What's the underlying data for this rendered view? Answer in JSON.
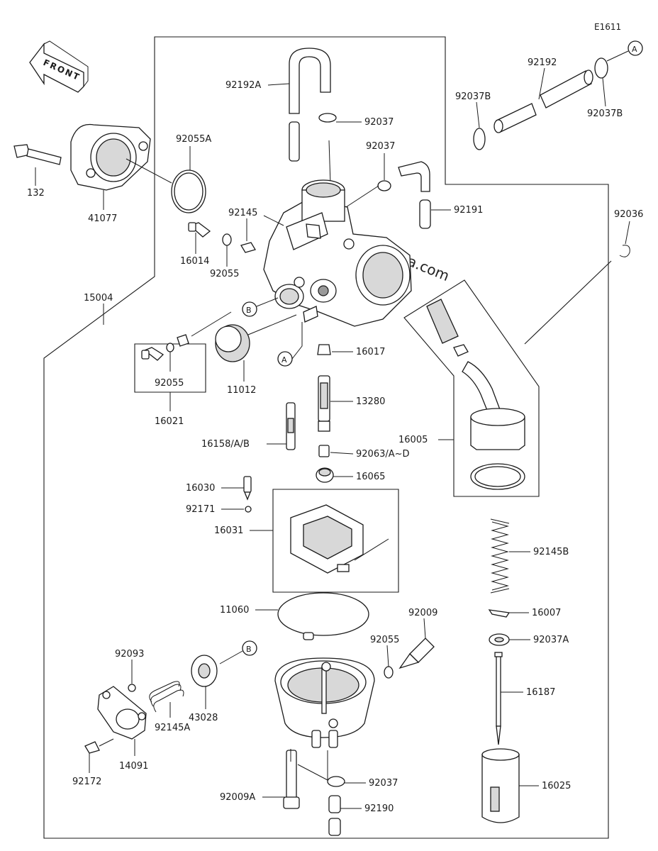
{
  "diagram_code": "E1611",
  "front_label": "FRONT",
  "watermark": "partzilla.com",
  "callout_markers": [
    "A",
    "B"
  ],
  "part_numbers": {
    "p92192A": "92192A",
    "p92037_top": "92037",
    "p92037_mid": "92037",
    "p92191": "92191",
    "p92192": "92192",
    "p92037B_left": "92037B",
    "p92037B_right": "92037B",
    "p92036": "92036",
    "p132": "132",
    "p41077": "41077",
    "p92055A": "92055A",
    "p92145": "92145",
    "p16014": "16014",
    "p92055_upper": "92055",
    "p15004": "15004",
    "p92055_left": "92055",
    "p16021": "16021",
    "p11012": "11012",
    "p16017": "16017",
    "p13280": "13280",
    "p16158": "16158/A/B",
    "p92063": "92063/A~D",
    "p16065": "16065",
    "p16005": "16005",
    "p16030": "16030",
    "p92171": "92171",
    "p16031": "16031",
    "p92145B": "92145B",
    "p16007": "16007",
    "p92037A": "92037A",
    "p11060": "11060",
    "p92009": "92009",
    "p92055_lower": "92055",
    "p92093": "92093",
    "p43028": "43028",
    "p92145A": "92145A",
    "p16187": "16187",
    "p14091": "14091",
    "p92172": "92172",
    "p92009A": "92009A",
    "p92037_bottom": "92037",
    "p92190": "92190",
    "p16025": "16025"
  }
}
